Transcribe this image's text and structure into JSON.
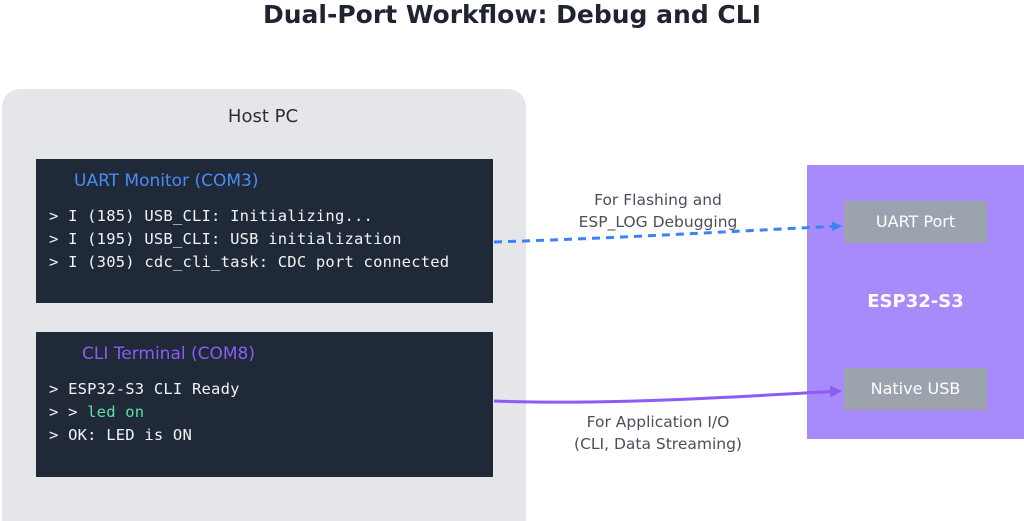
{
  "title": "Dual-Port Workflow: Debug and CLI",
  "host": {
    "label": "Host PC"
  },
  "uart_monitor": {
    "title": "UART Monitor (COM3)",
    "lines": [
      "> I (185) USB_CLI: Initializing...",
      "> I (195) USB_CLI: USB initialization",
      "> I (305) cdc_cli_task: CDC port connected"
    ]
  },
  "cli_terminal": {
    "title": "CLI Terminal (COM8)",
    "line1": "> ESP32-S3 CLI Ready",
    "line2_prefix": "> > ",
    "line2_command": "led on",
    "line3": "> OK: LED is ON"
  },
  "device": {
    "label": "ESP32-S3",
    "uart_port": "UART Port",
    "native_usb": "Native USB"
  },
  "connections": {
    "uart": {
      "label_line1": "For Flashing and",
      "label_line2": "ESP_LOG Debugging",
      "color": "#3b82f6",
      "style": "dashed"
    },
    "usb": {
      "label_line1": "For Application I/O",
      "label_line2": "(CLI, Data Streaming)",
      "color": "#8b5cf6",
      "style": "solid"
    }
  },
  "colors": {
    "host_bg": "#e5e6ea",
    "terminal_bg": "#1f2937",
    "device_bg": "#a78bfa",
    "port_bg": "#9ca3af",
    "uart_accent": "#4a8cf7",
    "cli_accent": "#8a5cf6",
    "command_text": "#5ee0a8"
  }
}
